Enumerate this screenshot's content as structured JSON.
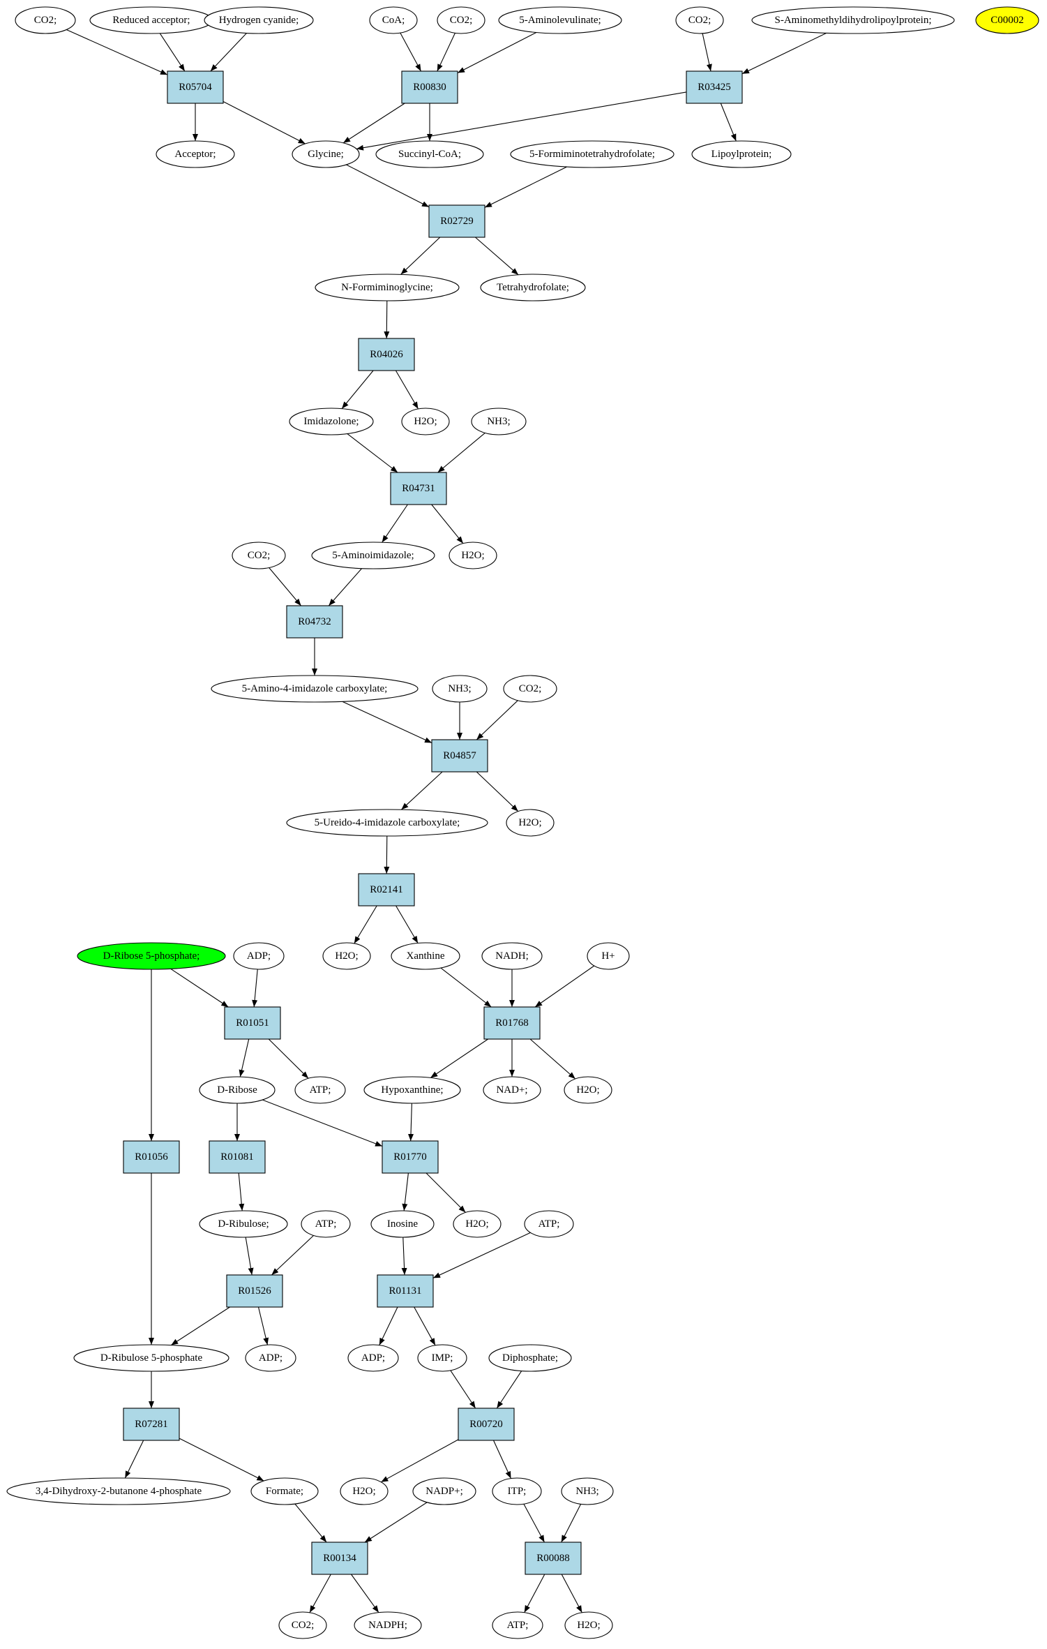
{
  "colors": {
    "reaction_fill": "#add8e6",
    "compound_fill": "#ffffff",
    "highlight_source": "#00ff00",
    "highlight_target": "#ffff00"
  },
  "nodes": [
    {
      "id": "n1",
      "kind": "compound",
      "label": "CO2;"
    },
    {
      "id": "n2",
      "kind": "compound",
      "label": "Reduced acceptor;"
    },
    {
      "id": "n3",
      "kind": "compound",
      "label": "Hydrogen cyanide;"
    },
    {
      "id": "n4",
      "kind": "compound",
      "label": "CoA;"
    },
    {
      "id": "n5",
      "kind": "compound",
      "label": "CO2;"
    },
    {
      "id": "n6",
      "kind": "compound",
      "label": "5-Aminolevulinate;"
    },
    {
      "id": "n7",
      "kind": "compound",
      "label": "CO2;"
    },
    {
      "id": "n8",
      "kind": "compound",
      "label": "S-Aminomethyldihydrolipoylprotein;"
    },
    {
      "id": "n9",
      "kind": "compound",
      "label": "C00002",
      "fill": "highlight_target"
    },
    {
      "id": "r1",
      "kind": "reaction",
      "label": "R05704"
    },
    {
      "id": "r2",
      "kind": "reaction",
      "label": "R00830"
    },
    {
      "id": "r3",
      "kind": "reaction",
      "label": "R03425"
    },
    {
      "id": "n10",
      "kind": "compound",
      "label": "Acceptor;"
    },
    {
      "id": "n11",
      "kind": "compound",
      "label": "Glycine;"
    },
    {
      "id": "n12",
      "kind": "compound",
      "label": "Succinyl-CoA;"
    },
    {
      "id": "n13",
      "kind": "compound",
      "label": "5-Formiminotetrahydrofolate;"
    },
    {
      "id": "n14",
      "kind": "compound",
      "label": "Lipoylprotein;"
    },
    {
      "id": "r4",
      "kind": "reaction",
      "label": "R02729"
    },
    {
      "id": "n15",
      "kind": "compound",
      "label": "N-Formiminoglycine;"
    },
    {
      "id": "n16",
      "kind": "compound",
      "label": "Tetrahydrofolate;"
    },
    {
      "id": "r5",
      "kind": "reaction",
      "label": "R04026"
    },
    {
      "id": "n17",
      "kind": "compound",
      "label": "Imidazolone;"
    },
    {
      "id": "n18",
      "kind": "compound",
      "label": "H2O;"
    },
    {
      "id": "n19",
      "kind": "compound",
      "label": "NH3;"
    },
    {
      "id": "r6",
      "kind": "reaction",
      "label": "R04731"
    },
    {
      "id": "n20",
      "kind": "compound",
      "label": "CO2;"
    },
    {
      "id": "n21",
      "kind": "compound",
      "label": "5-Aminoimidazole;"
    },
    {
      "id": "n22",
      "kind": "compound",
      "label": "H2O;"
    },
    {
      "id": "r7",
      "kind": "reaction",
      "label": "R04732"
    },
    {
      "id": "n23",
      "kind": "compound",
      "label": "5-Amino-4-imidazole carboxylate;"
    },
    {
      "id": "n24",
      "kind": "compound",
      "label": "NH3;"
    },
    {
      "id": "n25",
      "kind": "compound",
      "label": "CO2;"
    },
    {
      "id": "r8",
      "kind": "reaction",
      "label": "R04857"
    },
    {
      "id": "n26",
      "kind": "compound",
      "label": "5-Ureido-4-imidazole carboxylate;"
    },
    {
      "id": "n27",
      "kind": "compound",
      "label": "H2O;"
    },
    {
      "id": "r9",
      "kind": "reaction",
      "label": "R02141"
    },
    {
      "id": "n28",
      "kind": "compound",
      "label": "D-Ribose 5-phosphate;",
      "fill": "highlight_source"
    },
    {
      "id": "n29",
      "kind": "compound",
      "label": "ADP;"
    },
    {
      "id": "n30",
      "kind": "compound",
      "label": "H2O;"
    },
    {
      "id": "n31",
      "kind": "compound",
      "label": "Xanthine"
    },
    {
      "id": "n32",
      "kind": "compound",
      "label": "NADH;"
    },
    {
      "id": "n33",
      "kind": "compound",
      "label": "H+"
    },
    {
      "id": "r10",
      "kind": "reaction",
      "label": "R01051"
    },
    {
      "id": "r11",
      "kind": "reaction",
      "label": "R01768"
    },
    {
      "id": "n34",
      "kind": "compound",
      "label": "D-Ribose"
    },
    {
      "id": "n35",
      "kind": "compound",
      "label": "ATP;"
    },
    {
      "id": "n36",
      "kind": "compound",
      "label": "Hypoxanthine;"
    },
    {
      "id": "n37",
      "kind": "compound",
      "label": "NAD+;"
    },
    {
      "id": "n38",
      "kind": "compound",
      "label": "H2O;"
    },
    {
      "id": "r12",
      "kind": "reaction",
      "label": "R01056"
    },
    {
      "id": "r13",
      "kind": "reaction",
      "label": "R01081"
    },
    {
      "id": "r14",
      "kind": "reaction",
      "label": "R01770"
    },
    {
      "id": "n39",
      "kind": "compound",
      "label": "D-Ribulose;"
    },
    {
      "id": "n40",
      "kind": "compound",
      "label": "ATP;"
    },
    {
      "id": "n41",
      "kind": "compound",
      "label": "Inosine"
    },
    {
      "id": "n42",
      "kind": "compound",
      "label": "H2O;"
    },
    {
      "id": "n43",
      "kind": "compound",
      "label": "ATP;"
    },
    {
      "id": "r15",
      "kind": "reaction",
      "label": "R01526"
    },
    {
      "id": "r16",
      "kind": "reaction",
      "label": "R01131"
    },
    {
      "id": "n44",
      "kind": "compound",
      "label": "D-Ribulose 5-phosphate"
    },
    {
      "id": "n45",
      "kind": "compound",
      "label": "ADP;"
    },
    {
      "id": "n46",
      "kind": "compound",
      "label": "ADP;"
    },
    {
      "id": "n47",
      "kind": "compound",
      "label": "IMP;"
    },
    {
      "id": "n48",
      "kind": "compound",
      "label": "Diphosphate;"
    },
    {
      "id": "r17",
      "kind": "reaction",
      "label": "R07281"
    },
    {
      "id": "r18",
      "kind": "reaction",
      "label": "R00720"
    },
    {
      "id": "n49",
      "kind": "compound",
      "label": "3,4-Dihydroxy-2-butanone 4-phosphate"
    },
    {
      "id": "n50",
      "kind": "compound",
      "label": "Formate;"
    },
    {
      "id": "n51",
      "kind": "compound",
      "label": "H2O;"
    },
    {
      "id": "n52",
      "kind": "compound",
      "label": "NADP+;"
    },
    {
      "id": "n53",
      "kind": "compound",
      "label": "ITP;"
    },
    {
      "id": "n54",
      "kind": "compound",
      "label": "NH3;"
    },
    {
      "id": "r19",
      "kind": "reaction",
      "label": "R00134"
    },
    {
      "id": "r20",
      "kind": "reaction",
      "label": "R00088"
    },
    {
      "id": "n55",
      "kind": "compound",
      "label": "CO2;"
    },
    {
      "id": "n56",
      "kind": "compound",
      "label": "NADPH;"
    },
    {
      "id": "n57",
      "kind": "compound",
      "label": "ATP;"
    },
    {
      "id": "n58",
      "kind": "compound",
      "label": "H2O;"
    }
  ],
  "edges": [
    [
      "n1",
      "r1"
    ],
    [
      "n2",
      "r1"
    ],
    [
      "n3",
      "r1"
    ],
    [
      "n4",
      "r2"
    ],
    [
      "n5",
      "r2"
    ],
    [
      "n6",
      "r2"
    ],
    [
      "n7",
      "r3"
    ],
    [
      "n8",
      "r3"
    ],
    [
      "r1",
      "n10"
    ],
    [
      "r1",
      "n11"
    ],
    [
      "r2",
      "n11"
    ],
    [
      "r2",
      "n12"
    ],
    [
      "r3",
      "n11"
    ],
    [
      "r3",
      "n14"
    ],
    [
      "n11",
      "r4"
    ],
    [
      "n13",
      "r4"
    ],
    [
      "r4",
      "n15"
    ],
    [
      "r4",
      "n16"
    ],
    [
      "n15",
      "r5"
    ],
    [
      "r5",
      "n17"
    ],
    [
      "r5",
      "n18"
    ],
    [
      "n17",
      "r6"
    ],
    [
      "n19",
      "r6"
    ],
    [
      "r6",
      "n21"
    ],
    [
      "r6",
      "n22"
    ],
    [
      "n20",
      "r7"
    ],
    [
      "n21",
      "r7"
    ],
    [
      "r7",
      "n23"
    ],
    [
      "n23",
      "r8"
    ],
    [
      "n24",
      "r8"
    ],
    [
      "n25",
      "r8"
    ],
    [
      "r8",
      "n26"
    ],
    [
      "r8",
      "n27"
    ],
    [
      "n26",
      "r9"
    ],
    [
      "r9",
      "n30"
    ],
    [
      "r9",
      "n31"
    ],
    [
      "n28",
      "r10"
    ],
    [
      "n29",
      "r10"
    ],
    [
      "n28",
      "r12"
    ],
    [
      "n31",
      "r11"
    ],
    [
      "n32",
      "r11"
    ],
    [
      "n33",
      "r11"
    ],
    [
      "r10",
      "n34"
    ],
    [
      "r10",
      "n35"
    ],
    [
      "r11",
      "n36"
    ],
    [
      "r11",
      "n37"
    ],
    [
      "r11",
      "n38"
    ],
    [
      "n34",
      "r13"
    ],
    [
      "n34",
      "r14"
    ],
    [
      "n36",
      "r14"
    ],
    [
      "r13",
      "n39"
    ],
    [
      "r14",
      "n41"
    ],
    [
      "r14",
      "n42"
    ],
    [
      "n39",
      "r15"
    ],
    [
      "n40",
      "r15"
    ],
    [
      "n41",
      "r16"
    ],
    [
      "n43",
      "r16"
    ],
    [
      "r12",
      "n44"
    ],
    [
      "r15",
      "n44"
    ],
    [
      "r15",
      "n45"
    ],
    [
      "r16",
      "n46"
    ],
    [
      "r16",
      "n47"
    ],
    [
      "n44",
      "r17"
    ],
    [
      "n47",
      "r18"
    ],
    [
      "n48",
      "r18"
    ],
    [
      "r17",
      "n49"
    ],
    [
      "r17",
      "n50"
    ],
    [
      "r18",
      "n51"
    ],
    [
      "r18",
      "n53"
    ],
    [
      "n50",
      "r19"
    ],
    [
      "n52",
      "r19"
    ],
    [
      "n53",
      "r20"
    ],
    [
      "n54",
      "r20"
    ],
    [
      "r19",
      "n55"
    ],
    [
      "r19",
      "n56"
    ],
    [
      "r20",
      "n57"
    ],
    [
      "r20",
      "n58"
    ]
  ]
}
